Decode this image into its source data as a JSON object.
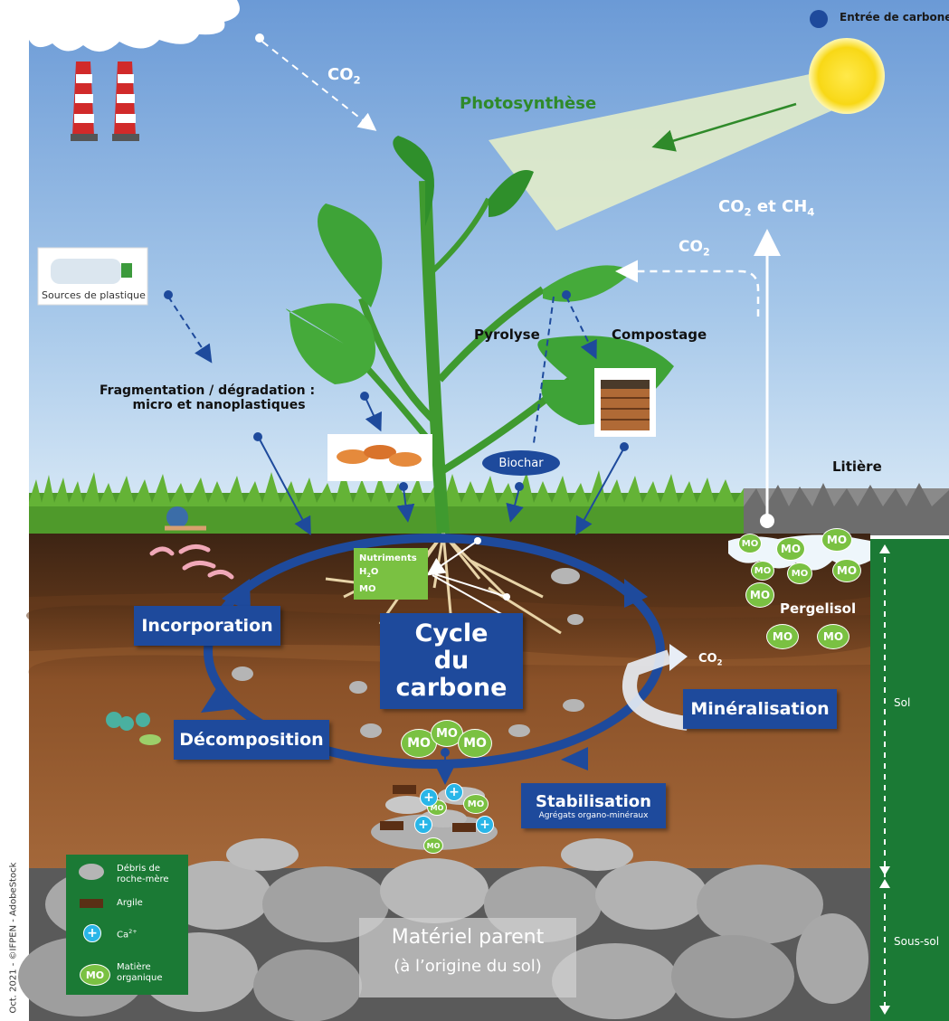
{
  "legend_top": {
    "label": "Entrée de carbone",
    "color": "#1e4a9c"
  },
  "labels": {
    "co2_factory": "CO",
    "co2_factory_sub": "2",
    "photosynthese": "Photosynthèse",
    "co2_ch4_a": "CO",
    "co2_ch4_sub1": "2",
    "co2_ch4_b": " et CH",
    "co2_ch4_sub2": "4",
    "co2_mid": "CO",
    "co2_mid_sub": "2",
    "sources_plastique": "Sources de plastique",
    "pyrolyse": "Pyrolyse",
    "compostage": "Compostage",
    "fragmentation_1": "Fragmentation / dégradation :",
    "fragmentation_2": "micro et nanoplastiques",
    "biochar": "Biochar",
    "litiere": "Litière",
    "nutriments_1": "Nutriments",
    "nutriments_h": "H",
    "nutriments_sub": "2",
    "nutriments_o": "O",
    "nutriments_mo": "MO",
    "pergelisol": "Pergelisol",
    "co2_min": "CO",
    "co2_min_sub": "2",
    "sol": "Sol",
    "sous_sol": "Sous-sol",
    "materiel_1": "Matériel parent",
    "materiel_2": "(à l’origine du sol)",
    "credit": "Oct. 2021 - ©IFPEN - AdobeStock"
  },
  "boxes": {
    "incorporation": "Incorporation",
    "cycle_1": "Cycle",
    "cycle_2": "du",
    "cycle_3": "carbone",
    "decomposition": "Décomposition",
    "mineralisation": "Minéralisation",
    "stabilisation": "Stabilisation",
    "stabilisation_sub": "Agrégats organo-minéraux"
  },
  "mo_label": "MO",
  "legend_bottom": {
    "debris": "Débris de roche-mère",
    "argile": "Argile",
    "ca": "Ca",
    "ca_sup": "2+",
    "mo": "MO",
    "matiere": "Matière organique"
  },
  "colors": {
    "sky_top": "#6f9fd8",
    "sky_bottom": "#cfe3f3",
    "soil_dark": "#4a2a17",
    "soil_mid": "#7a4a25",
    "soil_light": "#b87444",
    "grass": "#4f9a2b",
    "box_blue": "#1e4a9c",
    "mo_green": "#7ac142",
    "side_green": "#1b7a35"
  }
}
